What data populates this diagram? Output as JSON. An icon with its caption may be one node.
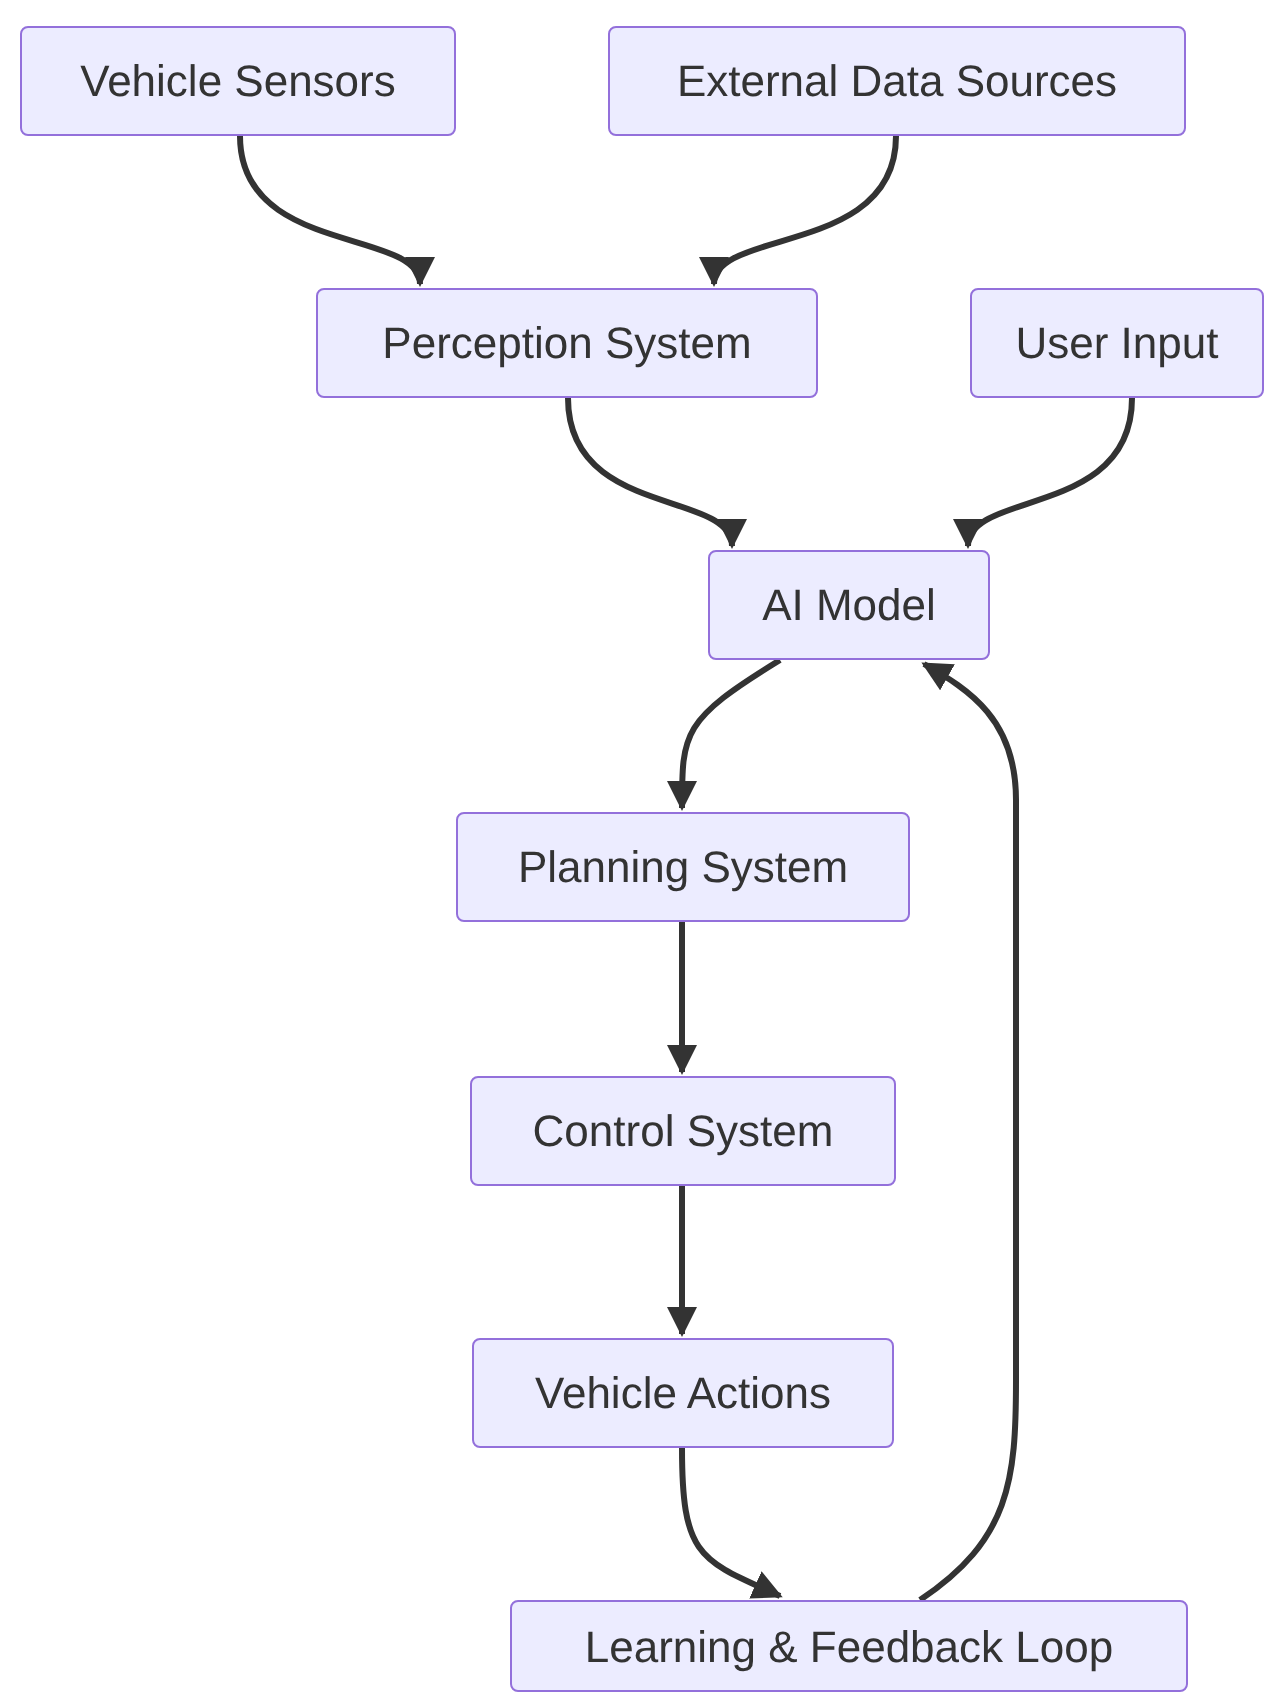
{
  "diagram": {
    "nodes": [
      {
        "text": [
          "Vehicle Sensors"
        ]
      },
      {
        "text": [
          "External Data Sources"
        ]
      },
      {
        "text": [
          "Perception System"
        ]
      },
      {
        "text": [
          "User Input"
        ]
      },
      {
        "text": [
          "AI Model"
        ]
      },
      {
        "text": [
          "Planning System"
        ]
      },
      {
        "text": [
          "Control System"
        ]
      },
      {
        "text": [
          "Vehicle Actions"
        ]
      },
      {
        "text": [
          "Learning & Feedback Loop"
        ]
      }
    ],
    "edges": [
      {
        "from": 0,
        "to": 2,
        "arrow": "to"
      },
      {
        "from": 1,
        "to": 2,
        "arrow": "to"
      },
      {
        "from": 2,
        "to": 4,
        "arrow": "to"
      },
      {
        "from": 3,
        "to": 4,
        "arrow": "to"
      },
      {
        "from": 4,
        "to": 5,
        "arrow": "to"
      },
      {
        "from": 5,
        "to": 6,
        "arrow": "to"
      },
      {
        "from": 6,
        "to": 7,
        "arrow": "to"
      },
      {
        "from": 7,
        "to": 8,
        "arrow": "to"
      },
      {
        "from": 8,
        "to": 4,
        "arrow": "to"
      }
    ]
  }
}
